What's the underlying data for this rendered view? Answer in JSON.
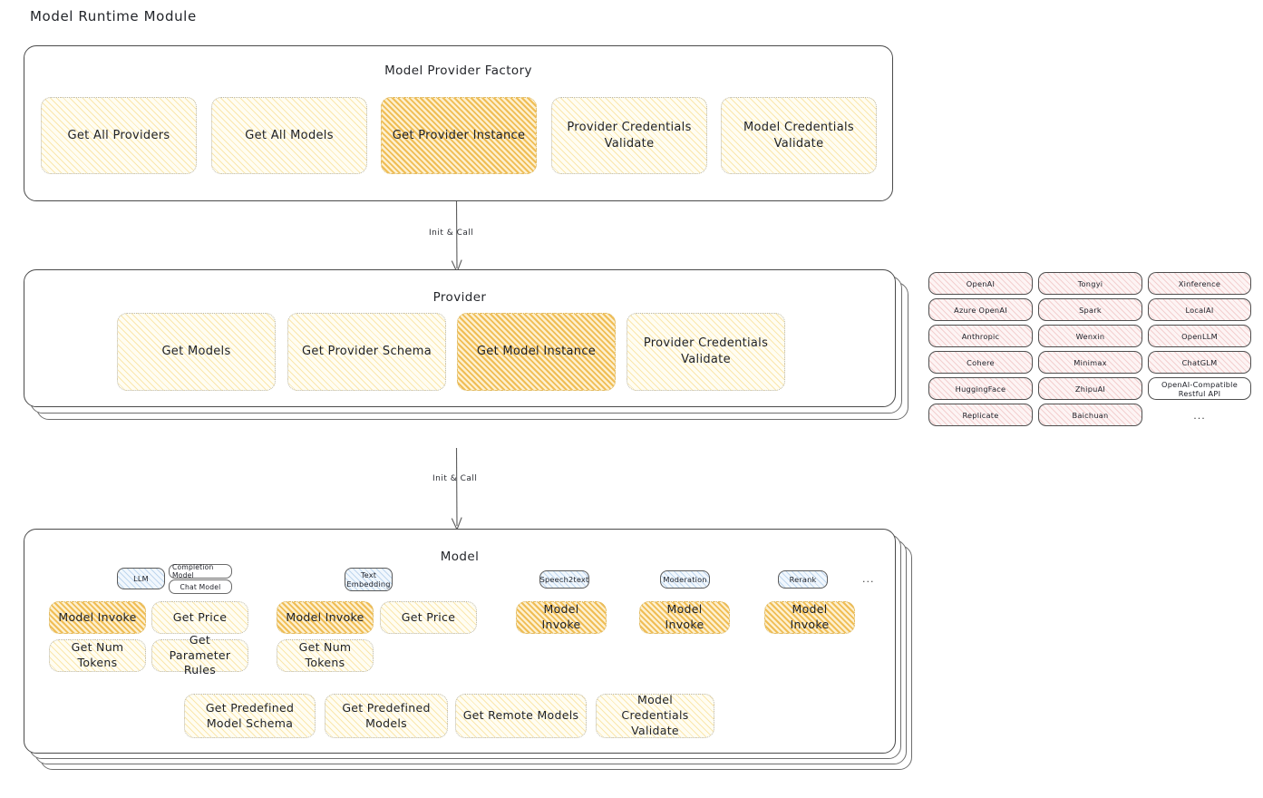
{
  "title": "Model Runtime Module",
  "sections": {
    "factory": {
      "title": "Model Provider Factory",
      "nodes": [
        {
          "label": "Get All Providers",
          "highlight": false
        },
        {
          "label": "Get All Models",
          "highlight": false
        },
        {
          "label": "Get Provider Instance",
          "highlight": true
        },
        {
          "label": "Provider Credentials Validate",
          "highlight": false
        },
        {
          "label": "Model Credentials Validate",
          "highlight": false
        }
      ]
    },
    "provider": {
      "title": "Provider",
      "nodes": [
        {
          "label": "Get Models",
          "highlight": false
        },
        {
          "label": "Get Provider Schema",
          "highlight": false
        },
        {
          "label": "Get Model Instance",
          "highlight": true
        },
        {
          "label": "Provider Credentials Validate",
          "highlight": false
        }
      ]
    },
    "model": {
      "title": "Model",
      "types": [
        {
          "badge": "LLM",
          "subtags": [
            "Completion Model",
            "Chat Model"
          ],
          "methods": [
            {
              "label": "Model Invoke",
              "highlight": true
            },
            {
              "label": "Get Price",
              "highlight": false
            },
            {
              "label": "Get Num Tokens",
              "highlight": false
            },
            {
              "label": "Get Parameter Rules",
              "highlight": false
            }
          ]
        },
        {
          "badge": "Text Embedding",
          "subtags": [],
          "methods": [
            {
              "label": "Model Invoke",
              "highlight": true
            },
            {
              "label": "Get Price",
              "highlight": false
            },
            {
              "label": "Get Num Tokens",
              "highlight": false
            }
          ]
        },
        {
          "badge": "Speech2text",
          "subtags": [],
          "methods": [
            {
              "label": "Model Invoke",
              "highlight": true
            }
          ]
        },
        {
          "badge": "Moderation",
          "subtags": [],
          "methods": [
            {
              "label": "Model Invoke",
              "highlight": true
            }
          ]
        },
        {
          "badge": "Rerank",
          "subtags": [],
          "methods": [
            {
              "label": "Model Invoke",
              "highlight": true
            }
          ]
        }
      ],
      "types_ellipsis": "...",
      "shared_methods": [
        {
          "label": "Get Predefined Model Schema"
        },
        {
          "label": "Get Predefined Models"
        },
        {
          "label": "Get Remote Models"
        },
        {
          "label": "Model Credentials Validate"
        }
      ]
    }
  },
  "arrows": [
    {
      "label": "Init & Call"
    },
    {
      "label": "Init & Call"
    }
  ],
  "provider_tags": {
    "columns": [
      [
        "OpenAI",
        "Azure OpenAI",
        "Anthropic",
        "Cohere",
        "HuggingFace",
        "Replicate"
      ],
      [
        "Tongyi",
        "Spark",
        "Wenxin",
        "Minimax",
        "ZhipuAI",
        "Baichuan"
      ],
      [
        "Xinference",
        "LocalAI",
        "OpenLLM",
        "ChatGLM",
        "OpenAI-Compatible Restful API"
      ]
    ],
    "ellipsis": "..."
  },
  "colors": {
    "fill_cream": "#fffdf2",
    "fill_gold": "#fdf0cf",
    "fill_rose": "#fdf4f4",
    "fill_blue": "#f1f7fd",
    "stroke": "#4a4a4a"
  }
}
